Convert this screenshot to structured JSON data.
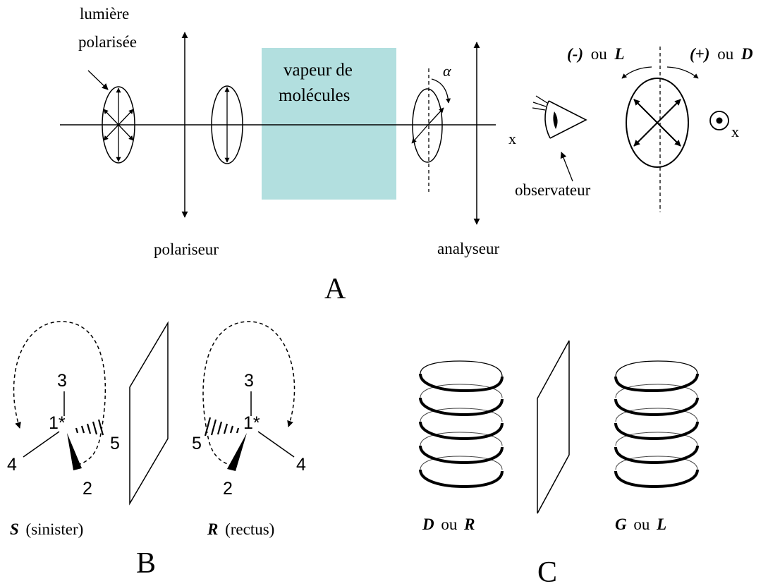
{
  "panel_a": {
    "lumiere_line1": "lumière",
    "lumiere_line2": "polarisée",
    "vapeur_line1": "vapeur de",
    "vapeur_line2": "molécules",
    "alpha": "α",
    "x_axis": "x",
    "observateur": "observateur",
    "polariseur": "polariseur",
    "analyseur": "analyseur",
    "minus_sign": "(-)",
    "minus_ou": "ou",
    "minus_letter": "L",
    "plus_sign": "(+)",
    "plus_ou": "ou",
    "plus_letter": "D",
    "x_out": "x",
    "panel_letter": "A",
    "vapour_color": "#b2dfdf"
  },
  "panel_b": {
    "left": {
      "n1": "1*",
      "n2": "2",
      "n3": "3",
      "n4": "4",
      "n5": "5",
      "letter": "S",
      "name": "(sinister)"
    },
    "right": {
      "n1": "1*",
      "n2": "2",
      "n3": "3",
      "n4": "4",
      "n5": "5",
      "letter": "R",
      "name": "(rectus)"
    },
    "panel_letter": "B"
  },
  "panel_c": {
    "left_letter1": "D",
    "left_ou": "ou",
    "left_letter2": "R",
    "right_letter1": "G",
    "right_ou": "ou",
    "right_letter2": "L",
    "panel_letter": "C"
  }
}
